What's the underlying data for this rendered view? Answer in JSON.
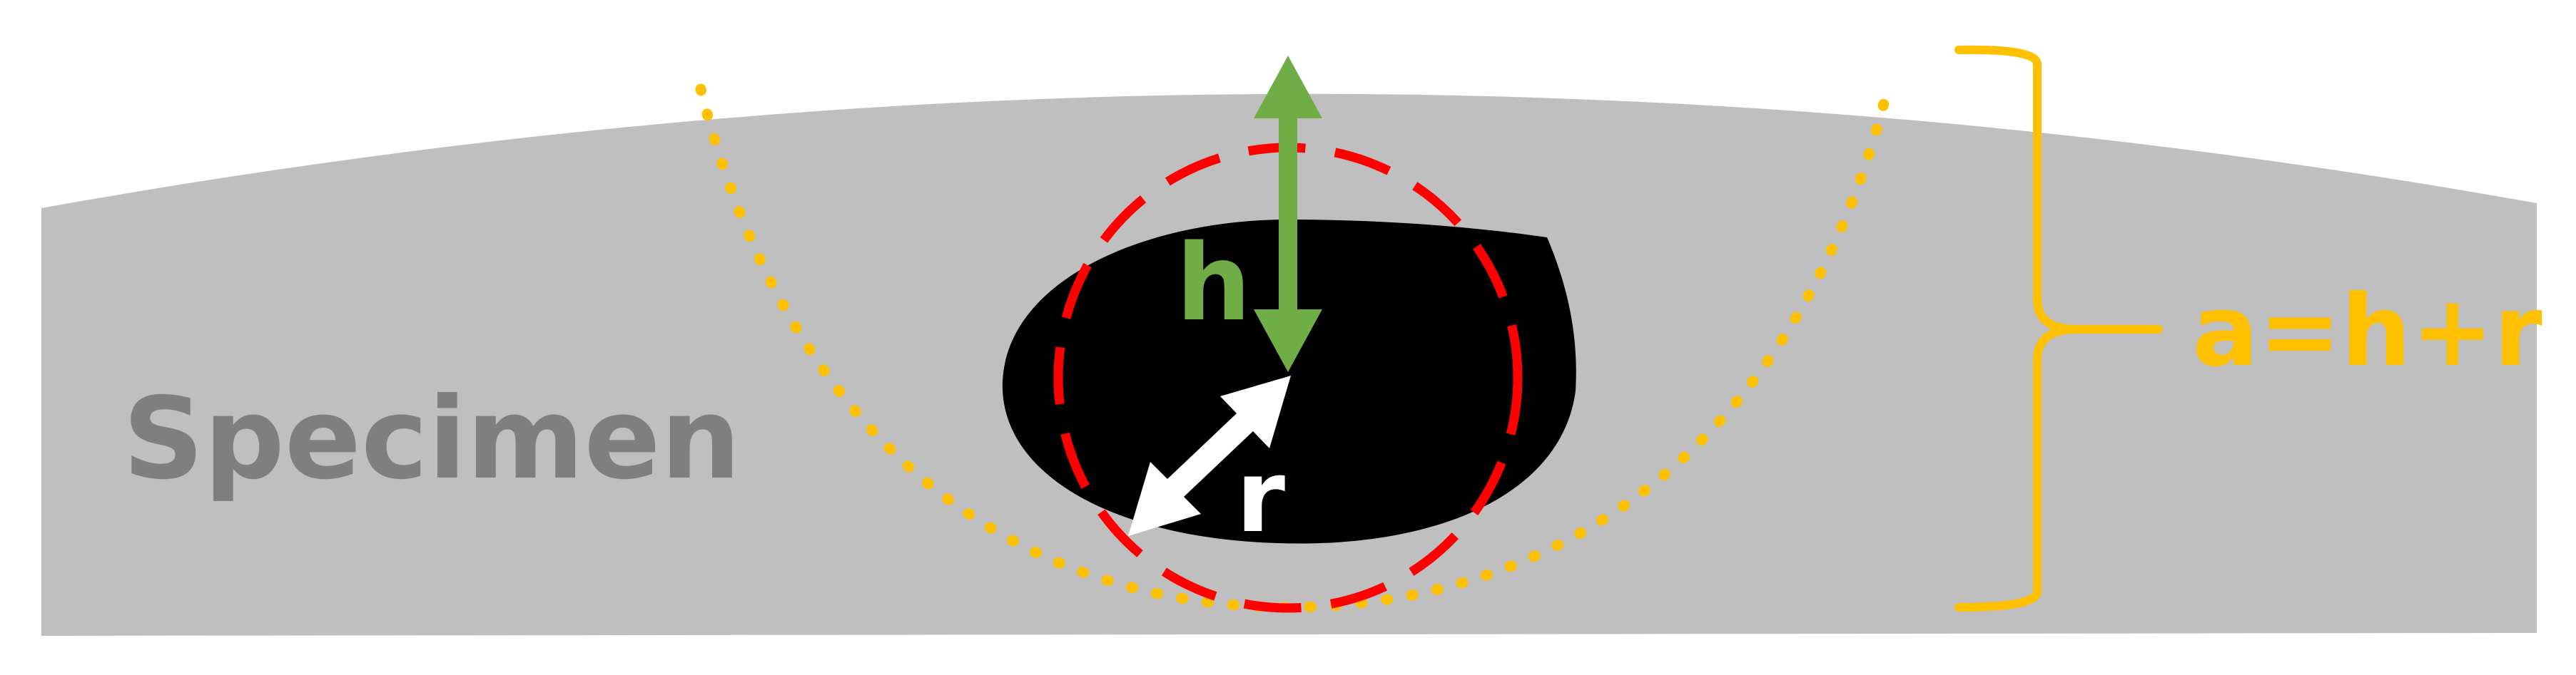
{
  "labels": {
    "specimen": "Specimen",
    "h": "h",
    "r": "r",
    "formula": "a=h+r"
  },
  "colors": {
    "background": "#ffffff",
    "specimen": "#bfbfbf",
    "specimen_text": "#7f7f7f",
    "void": "#000000",
    "dashed_circle": "#ff0000",
    "dotted_outline": "#ffc000",
    "bracket": "#ffc000",
    "h_arrow": "#70ad47",
    "r_arrow": "#ffffff",
    "formula_text": "#ffc000"
  },
  "icons": {
    "h_arrow": "double-headed-arrow",
    "r_arrow": "double-headed-arrow",
    "bracket": "right-curly-brace"
  }
}
